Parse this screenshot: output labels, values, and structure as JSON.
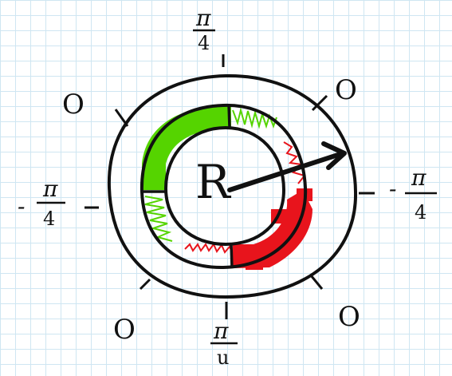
{
  "center_label": "R",
  "edge_labels": {
    "top": {
      "numerator": "π",
      "denominator": "4"
    },
    "bottom": {
      "numerator": "π",
      "denominator": "u"
    },
    "left": {
      "sign": "-",
      "numerator": "π",
      "denominator": "4"
    },
    "right": {
      "sign": "-",
      "numerator": "π",
      "denominator": "4"
    }
  },
  "corner_labels": {
    "top_left": "O",
    "top_right": "O",
    "bottom_left": "O",
    "bottom_right": "O"
  },
  "colors": {
    "grid": "#cfe6f2",
    "ink": "#111111",
    "green": "#55d400",
    "red": "#e8141c"
  }
}
